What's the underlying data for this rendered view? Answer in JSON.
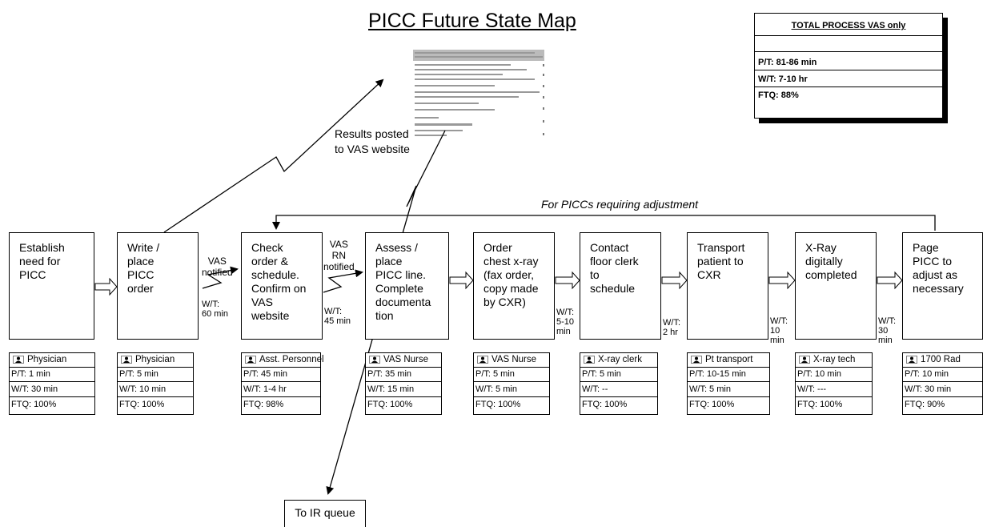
{
  "title": "PICC Future State Map",
  "summary": {
    "heading": "TOTAL PROCESS VAS only",
    "pt": "P/T: 81-86 min",
    "wt": "W/T: 7-10 hr",
    "ftq": "FTQ: 88%"
  },
  "results_posted": "Results posted\nto VAS website",
  "adjustment_label": "For PICCs requiring adjustment",
  "ir_queue": "To IR queue",
  "steps": [
    {
      "text": "Establish\nneed for\nPICC",
      "role": "Physician",
      "pt": "P/T:  1 min",
      "wt": "W/T: 30 min",
      "ftq": "FTQ: 100%"
    },
    {
      "text": "Write /\nplace\nPICC\norder",
      "role": "Physician",
      "pt": "P/T: 5 min",
      "wt": "W/T: 10 min",
      "ftq": "FTQ: 100%"
    },
    {
      "text": "Check\norder &\nschedule.\nConfirm on\nVAS\nwebsite",
      "role": "Asst. Personnel",
      "pt": "P/T: 45 min",
      "wt": "W/T: 1-4 hr",
      "ftq": "FTQ: 98%"
    },
    {
      "text": "Assess /\nplace\nPICC line.\nComplete\ndocumenta\ntion",
      "role": "VAS Nurse",
      "pt": "P/T: 35 min",
      "wt": "W/T: 15 min",
      "ftq": "FTQ: 100%"
    },
    {
      "text": "Order\nchest x-ray\n(fax order,\ncopy made\nby CXR)",
      "role": "VAS Nurse",
      "pt": "P/T: 5 min",
      "wt": "W/T: 5 min",
      "ftq": "FTQ: 100%"
    },
    {
      "text": "Contact\nfloor clerk\nto\nschedule",
      "role": "X-ray clerk",
      "pt": "P/T: 5 min",
      "wt": "W/T: --",
      "ftq": "FTQ: 100%"
    },
    {
      "text": "Transport\npatient to\nCXR",
      "role": "Pt transport",
      "pt": "P/T: 10-15 min",
      "wt": "W/T: 5 min",
      "ftq": "FTQ: 100%"
    },
    {
      "text": "X-Ray\ndigitally\ncompleted",
      "role": "X-ray tech",
      "pt": "P/T: 10 min",
      "wt": "W/T: ---",
      "ftq": "FTQ: 100%"
    },
    {
      "text": "Page\nPICC to\nadjust as\nnecessary",
      "role": "1700 Rad",
      "pt": "P/T: 10 min",
      "wt": "W/T: 30 min",
      "ftq": "FTQ: 90%"
    }
  ],
  "transitions": {
    "vas_notified": "VAS\nnotified",
    "vas_rn_notified": "VAS\nRN\nnotified",
    "wt_2_3": "W/T:\n60 min",
    "wt_3_4": "W/T:\n45 min",
    "wt_5_6": "W/T:\n5-10\nmin",
    "wt_7_8": "W/T:\n2 hr",
    "wt_8_9": "W/T:\n10\nmin",
    "wt_9_10": "W/T:\n30\nmin"
  }
}
